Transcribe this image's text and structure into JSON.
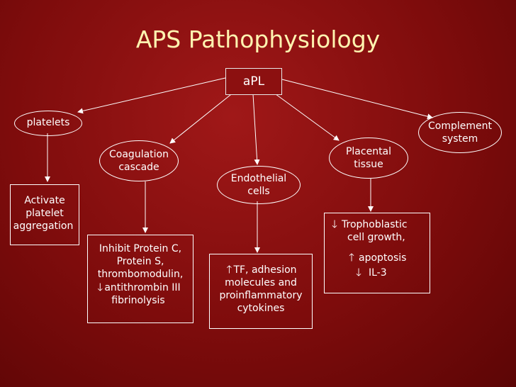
{
  "slide": {
    "title": "APS Pathophysiology",
    "root": "aPL",
    "branches": [
      {
        "id": "platelets",
        "label": "platelets",
        "effect": [
          "Activate",
          "platelet",
          "aggregation"
        ]
      },
      {
        "id": "coagulation",
        "label": [
          "Coagulation",
          "cascade"
        ],
        "effect": [
          "Inhibit Protein C,",
          "Protein S,",
          "thrombomodulin,",
          "antithrombin III",
          "fibrinolysis"
        ]
      },
      {
        "id": "endothelial",
        "label": [
          "Endothelial",
          "cells"
        ],
        "effect": [
          "TF, adhesion",
          "molecules and",
          "proinflammatory",
          "cytokines"
        ]
      },
      {
        "id": "placental",
        "label": [
          "Placental",
          "tissue"
        ],
        "effect": [
          "Trophoblastic",
          "cell growth,",
          "apoptosis",
          "IL-3"
        ]
      },
      {
        "id": "complement",
        "label": [
          "Complement",
          "system"
        ]
      }
    ],
    "arrow_up": "🡑",
    "arrow_down": "🡓"
  }
}
